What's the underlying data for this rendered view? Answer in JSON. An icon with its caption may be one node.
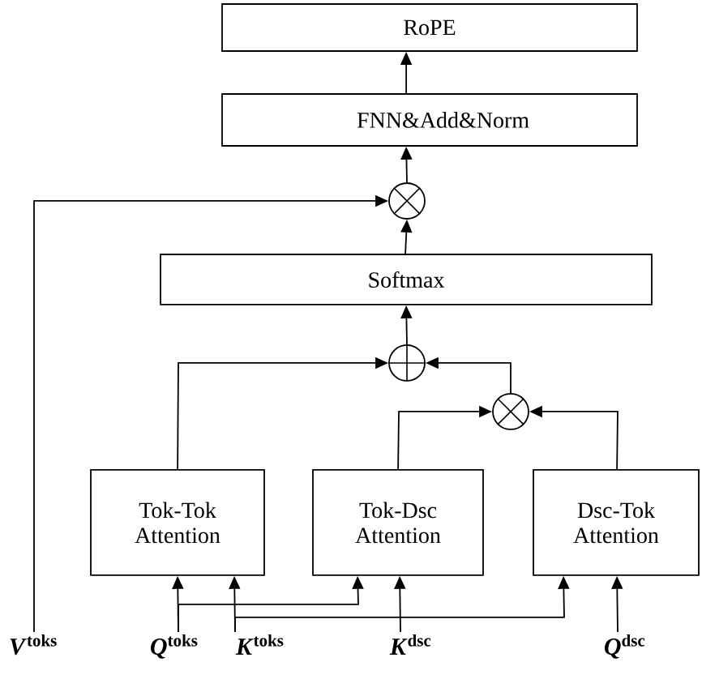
{
  "diagram": {
    "nodes": [
      {
        "text": [
          "RoPE"
        ]
      },
      {
        "text": [
          "FNN&Add&Norm"
        ]
      },
      {
        "text": [],
        "shape": "circle"
      },
      {
        "text": [
          "Softmax"
        ]
      },
      {
        "text": [],
        "shape": "circle"
      },
      {
        "text": [],
        "shape": "circle"
      },
      {
        "text": [
          "Tok-Tok Attention"
        ]
      },
      {
        "text": [
          "Tok-Dsc Attention"
        ]
      },
      {
        "text": [
          "Dsc-Tok Attention"
        ]
      },
      {
        "text": [
          "*V*$^{toks}$"
        ]
      },
      {
        "text": [
          "*Q*$^{toks}$"
        ]
      },
      {
        "text": [
          "*K*$^{toks}$"
        ]
      },
      {
        "text": [
          "*K*$^{dsc}$"
        ]
      },
      {
        "text": [
          "*Q*$^{dsc}$"
        ]
      }
    ],
    "edges": [
      {
        "from": 1,
        "to": 0,
        "arrow": "to"
      },
      {
        "from": 2,
        "to": 1,
        "arrow": "to"
      },
      {
        "from": 3,
        "to": 2,
        "arrow": "to"
      },
      {
        "from": 9,
        "to": 2,
        "arrow": "to"
      },
      {
        "from": 4,
        "to": 3,
        "arrow": "to"
      },
      {
        "from": 6,
        "to": 4,
        "arrow": "to"
      },
      {
        "from": 5,
        "to": 4,
        "arrow": "to"
      },
      {
        "from": 7,
        "to": 5,
        "arrow": "to"
      },
      {
        "from": 8,
        "to": 5,
        "arrow": "to"
      },
      {
        "from": 10,
        "to": 6,
        "arrow": "to"
      },
      {
        "from": 10,
        "to": 7,
        "arrow": "to"
      },
      {
        "from": 11,
        "to": 6,
        "arrow": "to"
      },
      {
        "from": 11,
        "to": 8,
        "arrow": "to"
      },
      {
        "from": 12,
        "to": 7,
        "arrow": "to"
      },
      {
        "from": 13,
        "to": 8,
        "arrow": "to"
      }
    ]
  }
}
